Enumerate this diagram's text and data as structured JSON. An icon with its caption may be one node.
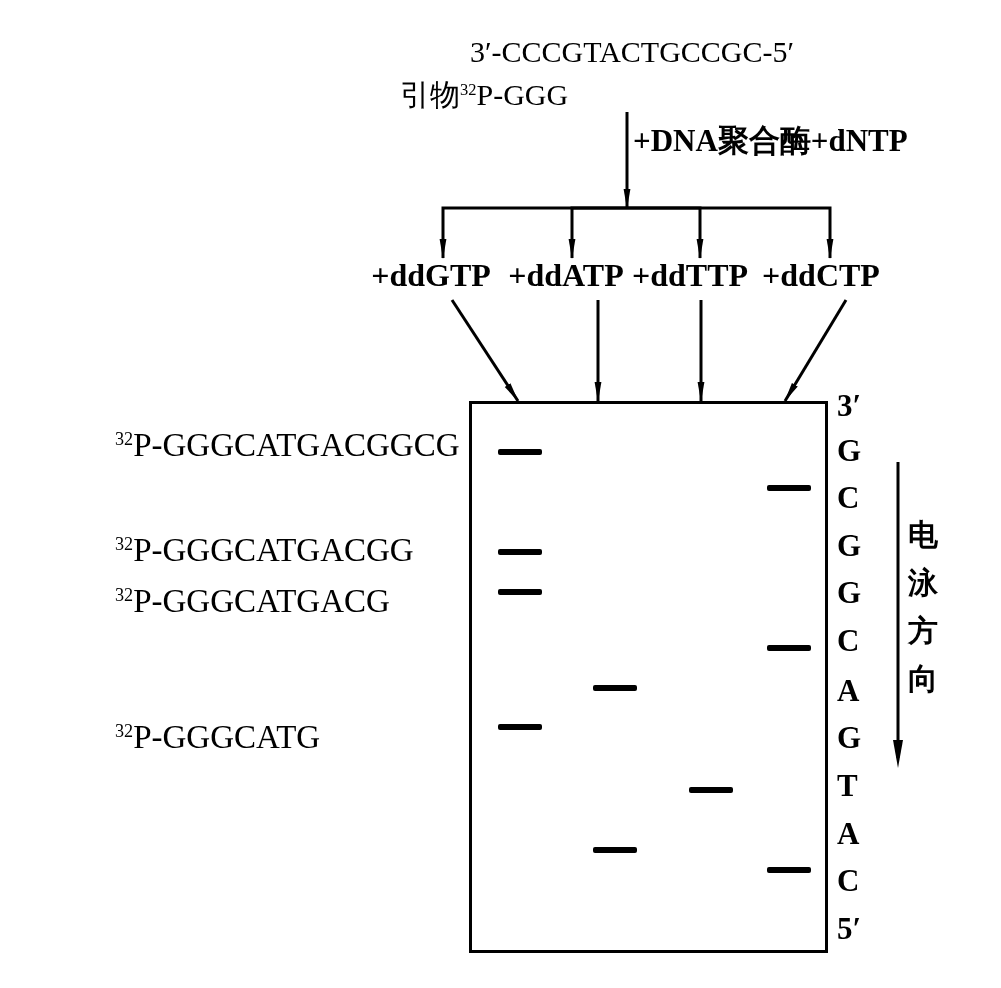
{
  "diagram": {
    "nodes": [
      {
        "text": [
          "3′-CCCGTACTGCCGC-5′",
          "引物$^{32}$P-GGG"
        ]
      },
      {
        "text": [
          "+ddGTP"
        ]
      },
      {
        "text": [
          "+ddATP"
        ]
      },
      {
        "text": [
          "+ddTTP"
        ]
      },
      {
        "text": [
          "+ddCTP"
        ]
      },
      {
        "text": [],
        "shape": "box",
        "beside": [
          "$^{32}$P-GGGCATGACGGCG",
          "$^{32}$P-GGGCATGACGG",
          "$^{32}$P-GGGCATGACG",
          "$^{32}$P-GGGCATG",
          "3′",
          "G",
          "C",
          "G",
          "G",
          "C",
          "A",
          "G",
          "T",
          "A",
          "C",
          "5′"
        ]
      }
    ],
    "edges": [
      {
        "from": 0,
        "to": 1,
        "arrow": "to",
        "label": "+DNA聚合酶+dNTP"
      },
      {
        "from": 0,
        "to": 2,
        "arrow": "to"
      },
      {
        "from": 0,
        "to": 3,
        "arrow": "to"
      },
      {
        "from": 0,
        "to": 4,
        "arrow": "to"
      },
      {
        "from": 1,
        "to": 5,
        "arrow": "to"
      },
      {
        "from": 2,
        "to": 5,
        "arrow": "to"
      },
      {
        "from": 3,
        "to": 5,
        "arrow": "to"
      },
      {
        "from": 4,
        "to": 5,
        "arrow": "to"
      }
    ],
    "labels": [
      "电泳方向"
    ]
  }
}
